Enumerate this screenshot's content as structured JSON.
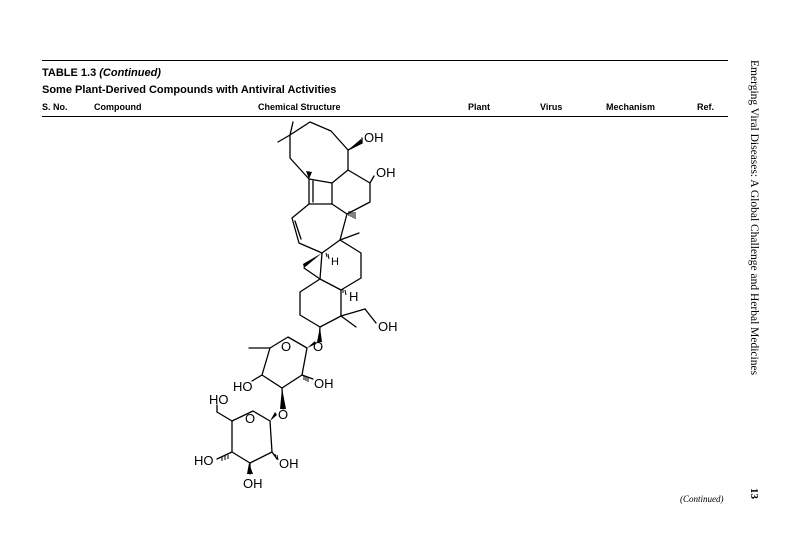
{
  "table": {
    "label": "TABLE 1.3",
    "continued_label": "(Continued)",
    "title": "Some Plant-Derived Compounds with Antiviral Activities",
    "columns": [
      "S. No.",
      "Compound",
      "Chemical Structure",
      "Plant",
      "Virus",
      "Mechanism",
      "Ref."
    ]
  },
  "structure": {
    "labels": {
      "oh1": "OH",
      "oh2": "OH",
      "oh3": "OH",
      "h1": "H",
      "h2": "H",
      "o_link1": "O",
      "o_ring1": "O",
      "ho1": "HO",
      "oh4": "OH",
      "o_link2": "O",
      "ho_ch2": "HO",
      "o_ring2": "O",
      "ho2": "HO",
      "oh5": "OH",
      "oh6": "OH"
    }
  },
  "footer": {
    "continued": "(Continued)"
  },
  "running_head": "Emerging Viral Diseases: A Global Challenge and Herbal Medicines",
  "page_number": "13"
}
